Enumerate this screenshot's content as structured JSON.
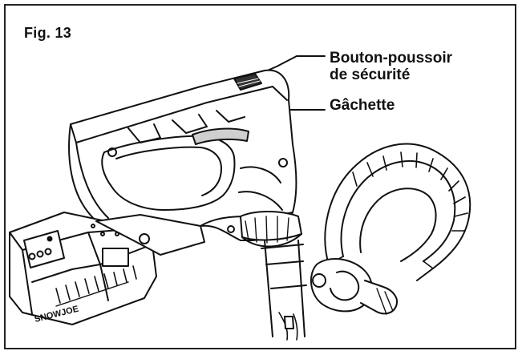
{
  "figure": {
    "label": "Fig. 13",
    "callouts": [
      {
        "line1": "Bouton-poussoir",
        "line2": "de sécurité"
      },
      {
        "line1": "Gâchette",
        "line2": ""
      }
    ]
  },
  "product": {
    "brand_on_battery": "SNOWJOE"
  },
  "colors": {
    "ink": "#111111",
    "frame": "#222222",
    "paper": "#ffffff",
    "shade": "#d9d9d9"
  }
}
